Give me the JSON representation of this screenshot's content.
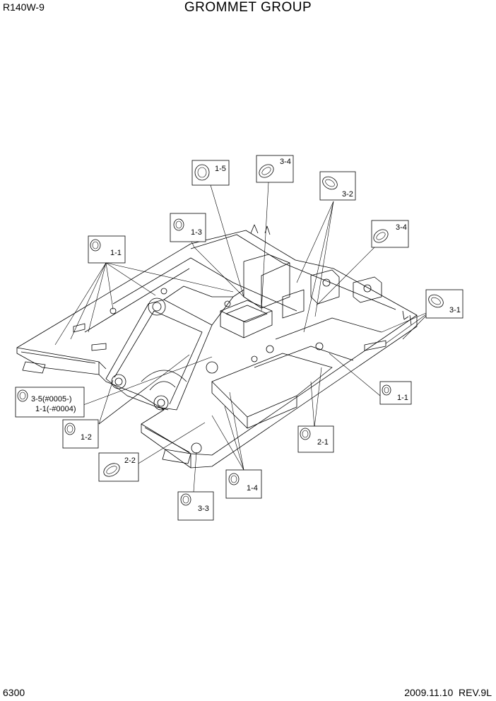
{
  "header": {
    "model": "R140W-9",
    "title": "GROMMET GROUP"
  },
  "footer": {
    "page": "6300",
    "date": "2009.11.10",
    "revision": "REV.9L"
  },
  "callouts": [
    {
      "id": "c15",
      "label": "1-5",
      "part": "grommet"
    },
    {
      "id": "c34a",
      "label": "3-4",
      "part": "oval-grommet"
    },
    {
      "id": "c32",
      "label": "3-2",
      "part": "oval-grommet"
    },
    {
      "id": "c13",
      "label": "1-3",
      "part": "grommet"
    },
    {
      "id": "c11a",
      "label": "1-1",
      "part": "grommet"
    },
    {
      "id": "c34b",
      "label": "3-4",
      "part": "oval-grommet"
    },
    {
      "id": "c31",
      "label": "3-1",
      "part": "oval-grommet"
    },
    {
      "id": "c35",
      "label": "3-5(#0005-)",
      "label2": "1-1(-#0004)",
      "part": "grommet"
    },
    {
      "id": "c11b",
      "label": "1-1",
      "part": "grommet"
    },
    {
      "id": "c12",
      "label": "1-2",
      "part": "grommet"
    },
    {
      "id": "c21",
      "label": "2-1",
      "part": "grommet"
    },
    {
      "id": "c22",
      "label": "2-2",
      "part": "oval-grommet"
    },
    {
      "id": "c14",
      "label": "1-4",
      "part": "grommet"
    },
    {
      "id": "c33",
      "label": "3-3",
      "part": "grommet"
    }
  ]
}
